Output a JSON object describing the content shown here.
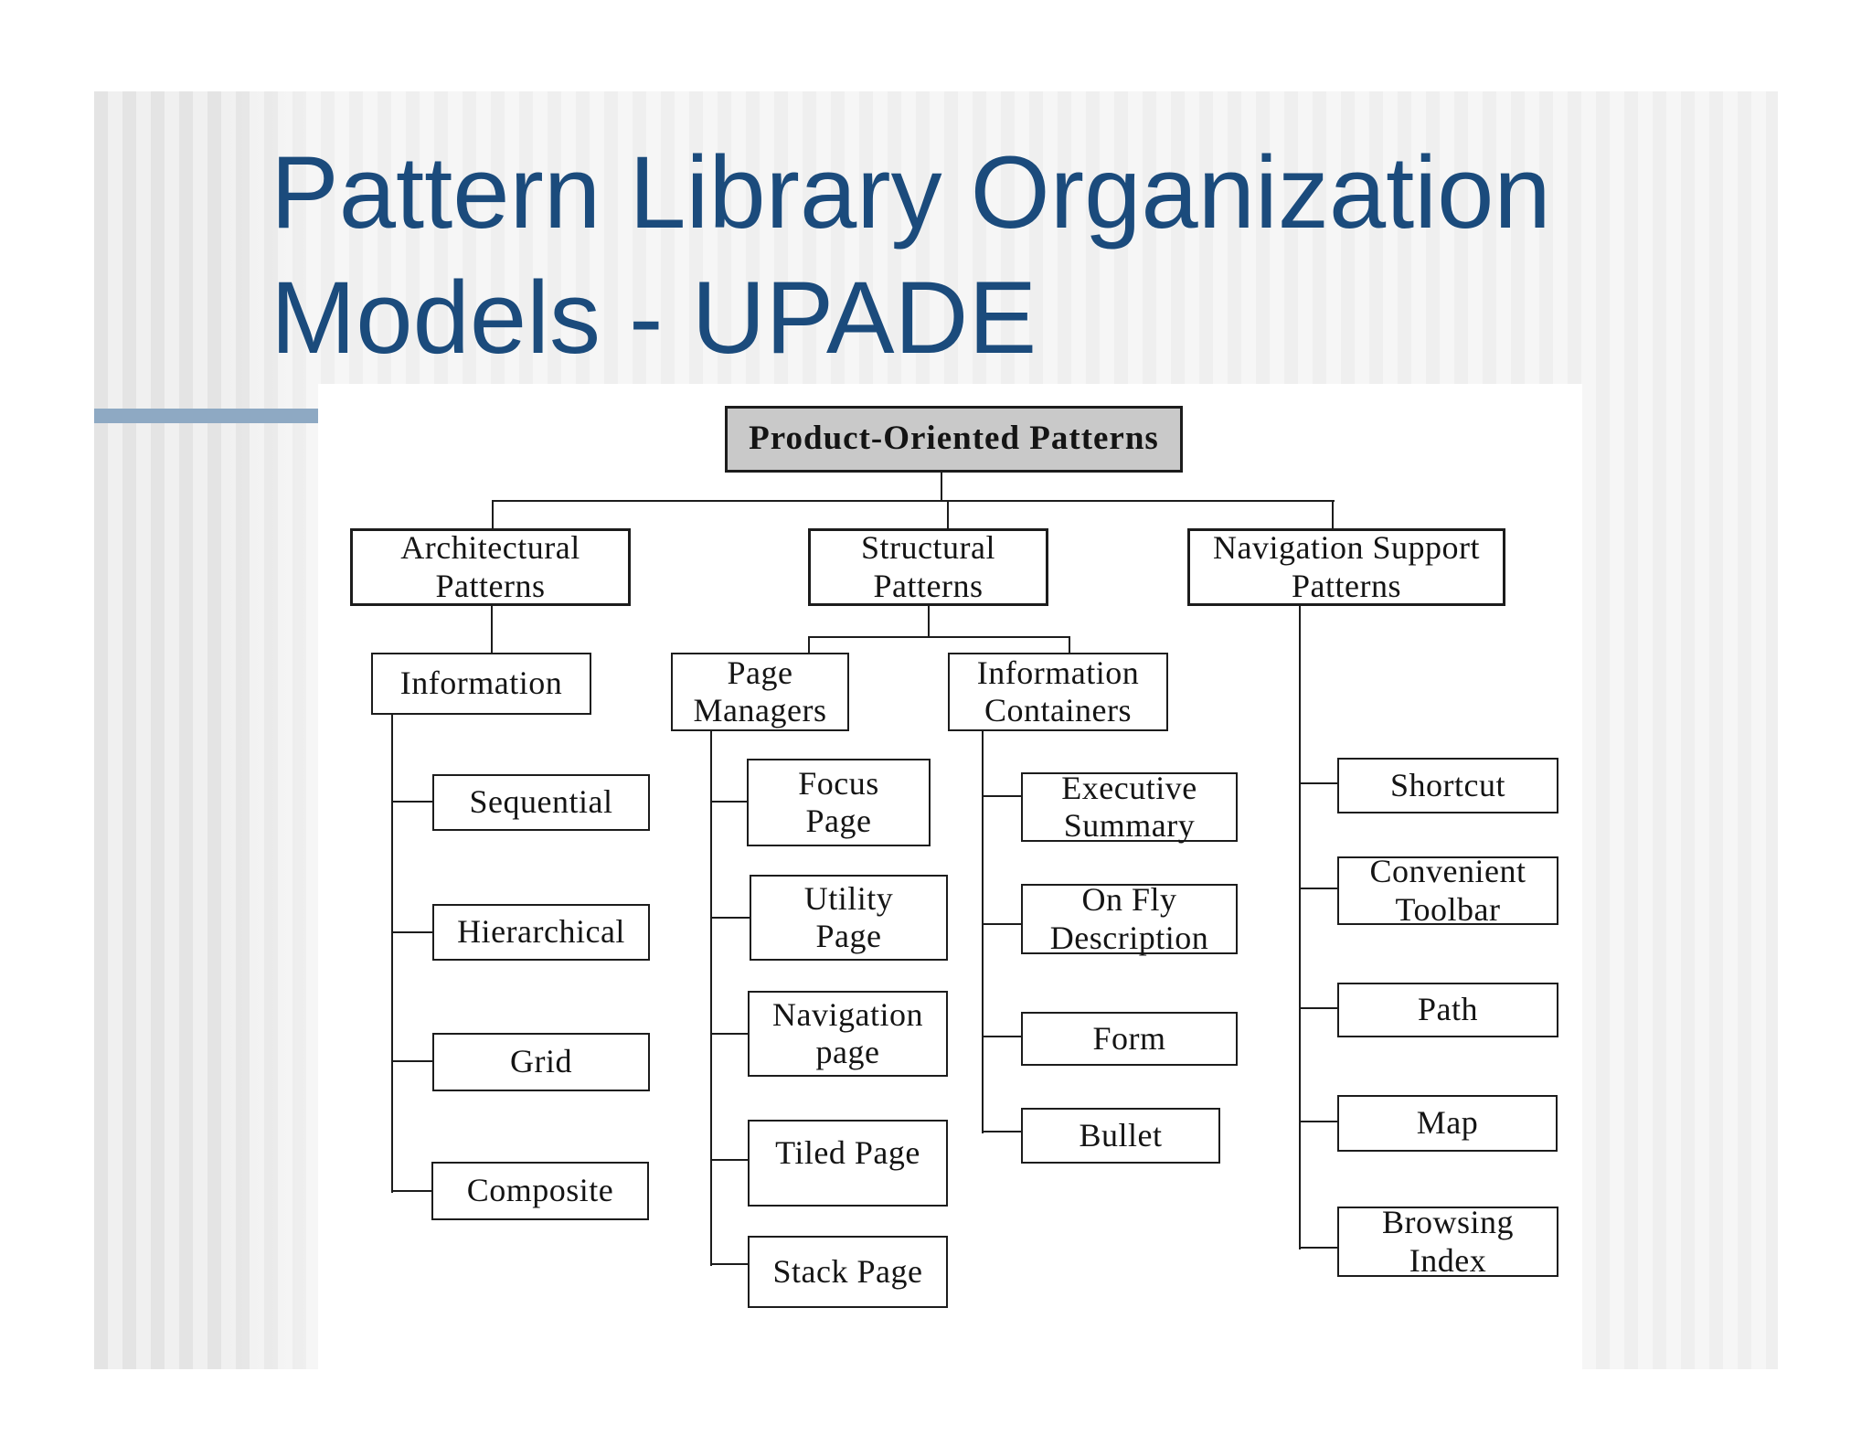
{
  "slide": {
    "title_line1": "Pattern Library Organization",
    "title_line2": "Models - UPADE",
    "title_color": "#1b4b7c",
    "accent_bar_color": "#8ea9c3",
    "background_stripe_dark": "#e4e4e4",
    "background_stripe_light": "#f0f0f0"
  },
  "diagram": {
    "root_fill": "#c9c9c9",
    "line_color": "#1c1c1c",
    "nodes": {
      "root": "Product-Oriented Patterns",
      "architectural": "Architectural\nPatterns",
      "structural": "Structural\nPatterns",
      "navigation_support": "Navigation Support\nPatterns",
      "information": "Information",
      "page_managers": "Page\nManagers",
      "information_containers": "Information\nContainers",
      "sequential": "Sequential",
      "hierarchical": "Hierarchical",
      "grid": "Grid",
      "composite": "Composite",
      "focus_page": "Focus\nPage",
      "utility_page": "Utility\nPage",
      "navigation_page": "Navigation\npage",
      "tiled_page": "Tiled Page",
      "stack_page": "Stack Page",
      "executive_summary": "Executive\nSummary",
      "on_fly_description": "On Fly\nDescription",
      "form": "Form",
      "bullet": "Bullet",
      "shortcut": "Shortcut",
      "convenient_toolbar": "Convenient\nToolbar",
      "path": "Path",
      "map": "Map",
      "browsing_index": "Browsing\nIndex"
    },
    "tree": {
      "Product-Oriented Patterns": {
        "Architectural Patterns": {
          "Information": [
            "Sequential",
            "Hierarchical",
            "Grid",
            "Composite"
          ]
        },
        "Structural Patterns": {
          "Page Managers": [
            "Focus Page",
            "Utility Page",
            "Navigation page",
            "Tiled Page",
            "Stack Page"
          ],
          "Information Containers": [
            "Executive Summary",
            "On Fly Description",
            "Form",
            "Bullet"
          ]
        },
        "Navigation Support Patterns": [
          "Shortcut",
          "Convenient Toolbar",
          "Path",
          "Map",
          "Browsing Index"
        ]
      }
    }
  }
}
